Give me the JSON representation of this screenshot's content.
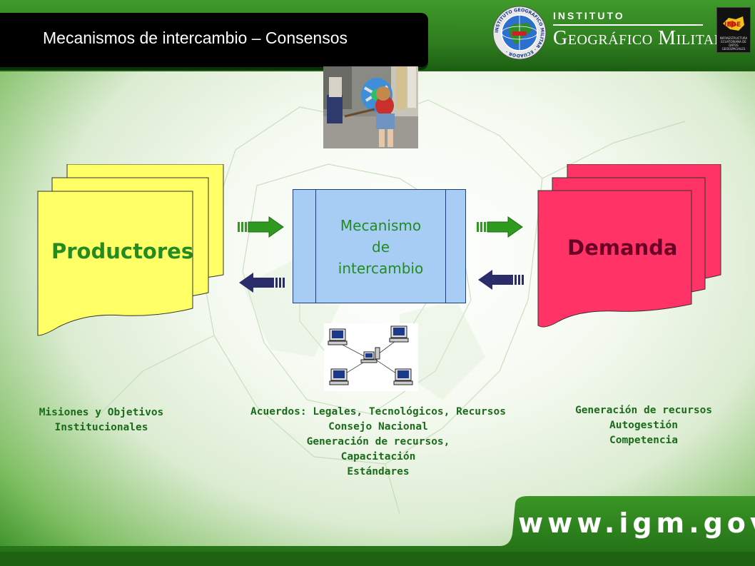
{
  "header": {
    "title": "Mecanismos de intercambio – Consensos",
    "institute_line1": "INSTITUTO",
    "institute_line2": "Geográfico Militar",
    "emblem_text": "INSTITUTO GEOGRÁFICO MILITAR · ECUADOR ·",
    "emblem_icon": "globe-emblem-icon",
    "ieden_logo_text": "IEDE",
    "ieden_caption": "INFRAESTRUCTURA ECUATORIANA DE DATOS GEOESPACIALES"
  },
  "diagram": {
    "left_node": {
      "label": "Productores",
      "color": "#ffff66"
    },
    "center_node": {
      "lines": [
        "Mecanismo",
        "de",
        "intercambio"
      ],
      "color": "#a8cdf5"
    },
    "right_node": {
      "label": "Demanda",
      "color": "#ff3366"
    },
    "arrow_forward_color": "#2f9a1f",
    "arrow_back_color": "#2b2d6b",
    "photo_top": "children-pinata-photo",
    "network_image": "computer-network-diagram"
  },
  "captions": {
    "left": [
      "Misiones y Objetivos",
      "Institucionales"
    ],
    "center": [
      "Acuerdos: Legales, Tecnológicos, Recursos",
      "Consejo Nacional",
      "Generación de recursos,",
      "Capacitación",
      "Estándares"
    ],
    "right": [
      "Generación de recursos",
      "Autogestión",
      "Competencia"
    ]
  },
  "footer": {
    "website": "www.igm.gov.ec"
  }
}
